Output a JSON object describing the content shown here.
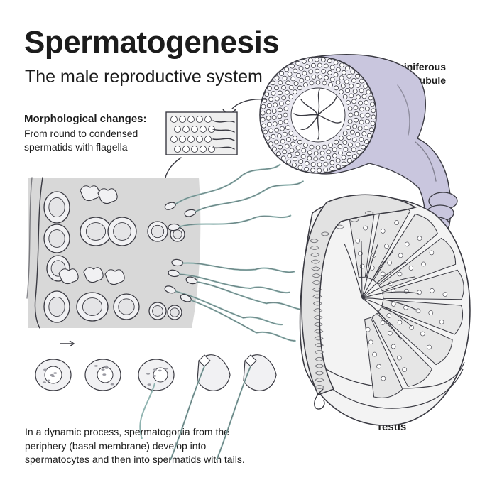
{
  "header": {
    "title": "Spermatogenesis",
    "subtitle": "The male reproductive system"
  },
  "morphology": {
    "heading": "Morphological changes:",
    "description": "From round to condensed spermatids with flagella"
  },
  "labels": {
    "seminiferous_tubule": "Seminiferous tubule",
    "testis": "Testis"
  },
  "caption": "In a dynamic process, spermatogonia from the periphery (basal membrane) develop into spermatocytes and then into spermatids with tails.",
  "colors": {
    "tubule_lavender": "#c9c6de",
    "tissue_gray": "#d8d8d8",
    "cell_fill": "#f1f1f3",
    "ink": "#3a3a42",
    "spermatozoon_tail": "#8fb3b0"
  }
}
